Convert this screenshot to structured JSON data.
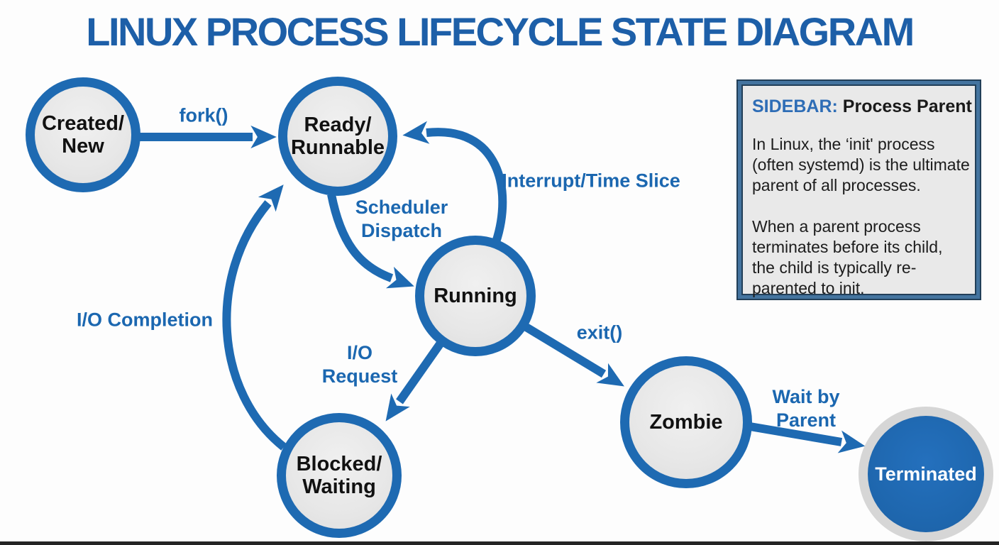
{
  "title": "LINUX PROCESS LIFECYCLE STATE DIAGRAM",
  "colors": {
    "arrow_blue": "#1e6ab2",
    "title_blue": "#1d5fa8",
    "edge_label_blue": "#1b67b0",
    "node_fill_gray": "#e8e8e8",
    "node_text": "#111111",
    "terminated_fill": "#1e66ad",
    "terminated_ring": "#d6d6d6",
    "terminated_text": "#ffffff",
    "sidebar_bg": "#e9e9e9",
    "sidebar_border": "#223f58",
    "sidebar_border_band": "#44749f",
    "sidebar_accent_blue": "#2e6db6",
    "bottom_strip": "#242424"
  },
  "nodes": {
    "created": {
      "lines": [
        "Created/",
        "New"
      ]
    },
    "ready": {
      "lines": [
        "Ready/",
        "Runnable"
      ]
    },
    "running": {
      "lines": [
        "Running"
      ]
    },
    "blocked": {
      "lines": [
        "Blocked/",
        "Waiting"
      ]
    },
    "zombie": {
      "lines": [
        "Zombie"
      ]
    },
    "terminated": {
      "lines": [
        "Terminated"
      ]
    }
  },
  "edges": {
    "fork": {
      "label": "fork()",
      "from": "created",
      "to": "ready"
    },
    "scheduler_dispatch": {
      "lines": [
        "Scheduler",
        "Dispatch"
      ],
      "from": "ready",
      "to": "running"
    },
    "interrupt": {
      "label": "Interrupt/Time Slice",
      "from": "running",
      "to": "ready"
    },
    "io_request": {
      "lines": [
        "I/O",
        "Request"
      ],
      "from": "running",
      "to": "blocked"
    },
    "io_completion": {
      "label": "I/O Completion",
      "from": "blocked",
      "to": "ready"
    },
    "exit": {
      "label": "exit()",
      "from": "running",
      "to": "zombie"
    },
    "wait_by_parent": {
      "lines": [
        "Wait by",
        "Parent"
      ],
      "from": "zombie",
      "to": "terminated"
    }
  },
  "sidebar": {
    "title_prefix": "SIDEBAR:",
    "title_rest": " Process Parent",
    "para1_lines": [
      "In Linux, the ‘init' process",
      "(often systemd) is the ultimate",
      "parent of all processes."
    ],
    "para2_lines": [
      "When a parent process",
      "terminates before its child,",
      "the child is typically re-",
      "parented to init."
    ]
  }
}
